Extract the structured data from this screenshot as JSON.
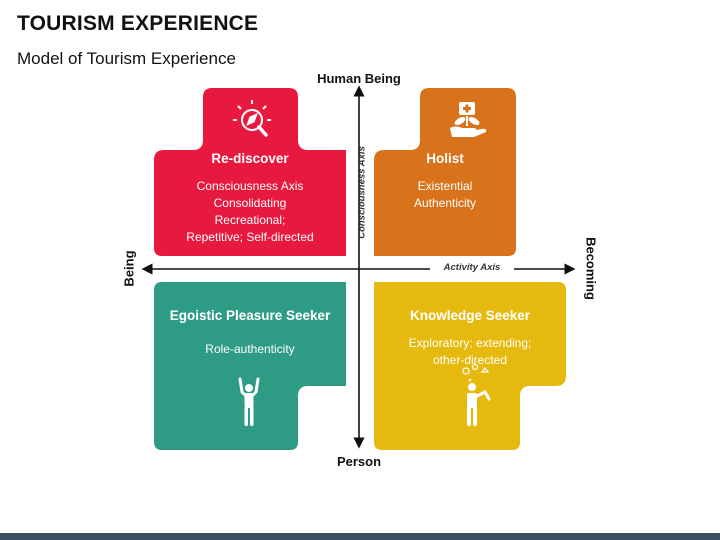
{
  "header": {
    "title": "TOURISM EXPERIENCE",
    "subtitle": "Model of Tourism Experience"
  },
  "axes": {
    "top": "Human Being",
    "bottom": "Person",
    "left": "Being",
    "right": "Becoming",
    "vertical_name": "Consciousness Axis",
    "horizontal_name": "Activity Axis"
  },
  "quadrants": {
    "rediscover": {
      "title": "Re-discover",
      "lines": [
        "Consciousness Axis",
        "Consolidating",
        "Recreational;",
        "Repetitive; Self-directed"
      ],
      "color": "#e8193e",
      "icon": "magnifier-compass-icon"
    },
    "holist": {
      "title": "Holist",
      "lines": [
        "Existential",
        "Authenticity"
      ],
      "color": "#d8731c",
      "icon": "hand-plant-medical-icon"
    },
    "egoistic": {
      "title": "Egoistic Pleasure Seeker",
      "lines": [
        "Role-authenticity"
      ],
      "color": "#2e9c85",
      "icon": "cheering-person-icon"
    },
    "knowledge": {
      "title": "Knowledge Seeker",
      "lines": [
        "Exploratory; extending;",
        "other-directed"
      ],
      "color": "#e6b90f",
      "icon": "thinking-person-icon"
    }
  }
}
